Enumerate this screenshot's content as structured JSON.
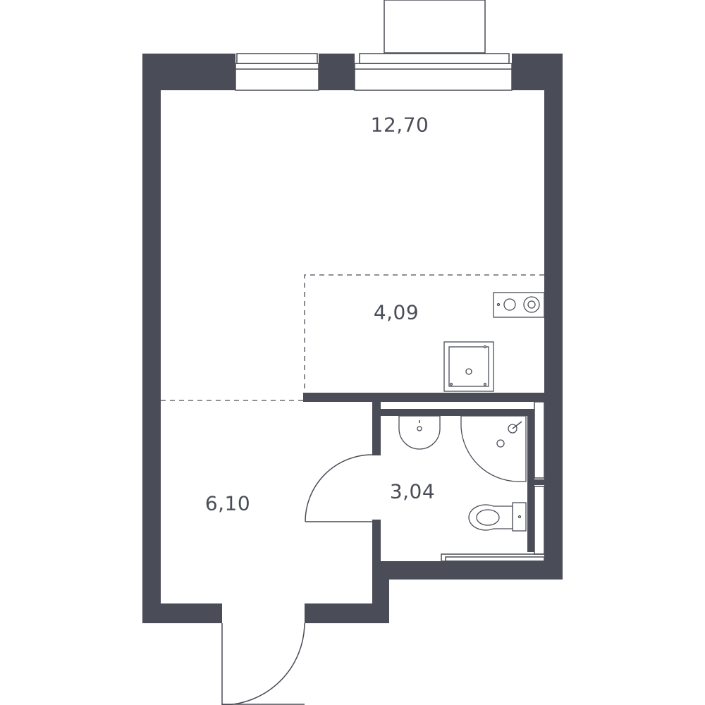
{
  "plan": {
    "rooms": {
      "living": {
        "area": "12,70"
      },
      "kitchen": {
        "area": "4,09"
      },
      "hall": {
        "area": "6,10"
      },
      "bathroom": {
        "area": "3,04"
      }
    },
    "colors": {
      "wall": "#4a4d57",
      "background": "#ffffff"
    }
  }
}
